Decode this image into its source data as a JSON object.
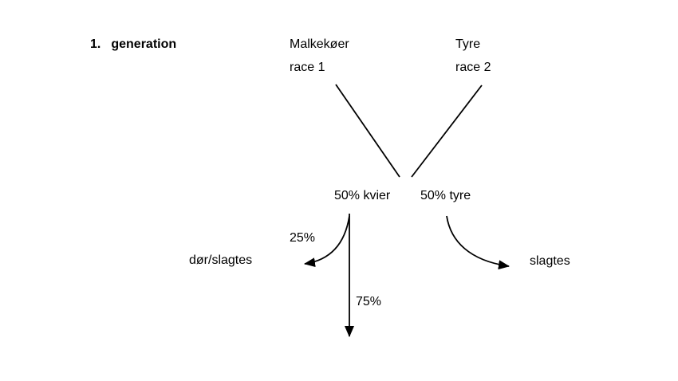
{
  "palette": {
    "background": "#ffffff",
    "ink": "#000000"
  },
  "diagram": {
    "generation_label": {
      "number": "1.",
      "text": "generation"
    },
    "parents": {
      "dam": {
        "line1": "Malkekøer",
        "line2": "race 1"
      },
      "sire": {
        "line1": "Tyre",
        "line2": "race 2"
      }
    },
    "offspring": {
      "heifers": "50% kvier",
      "bulls": "50% tyre"
    },
    "branches": {
      "left": {
        "percent": "25%",
        "outcome": "dør/slagtes"
      },
      "down": {
        "percent": "75%"
      },
      "right": {
        "outcome": "slagtes"
      }
    }
  }
}
